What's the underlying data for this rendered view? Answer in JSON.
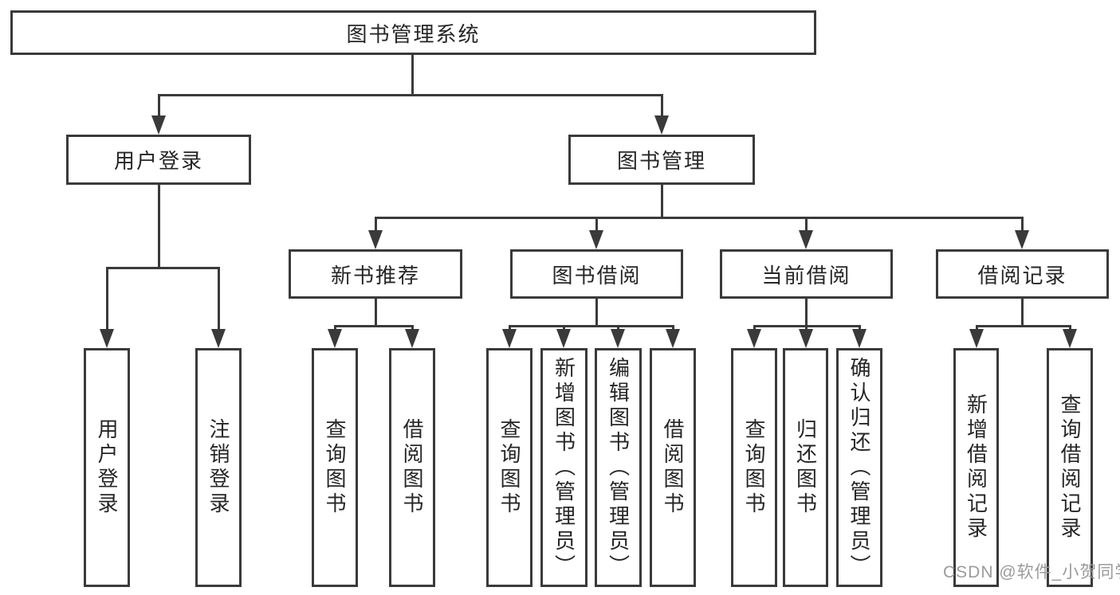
{
  "diagram": {
    "root": {
      "label": "图书管理系统"
    },
    "level2": [
      {
        "label": "用户登录"
      },
      {
        "label": "图书管理"
      }
    ],
    "level3": [
      {
        "label": "新书推荐"
      },
      {
        "label": "图书借阅"
      },
      {
        "label": "当前借阅"
      },
      {
        "label": "借阅记录"
      }
    ],
    "leaves": {
      "user_login": [
        {
          "label": "用户登录"
        },
        {
          "label": "注销登录"
        }
      ],
      "new_book": [
        {
          "label": "查询图书"
        },
        {
          "label": "借阅图书"
        }
      ],
      "book_borrow": [
        {
          "label": "查询图书"
        },
        {
          "label": "新增图书（管理员）"
        },
        {
          "label": "编辑图书（管理员）"
        },
        {
          "label": "借阅图书"
        }
      ],
      "current_borrow": [
        {
          "label": "查询图书"
        },
        {
          "label": "归还图书"
        },
        {
          "label": "确认归还（管理员）"
        }
      ],
      "borrow_records": [
        {
          "label": "新增借阅记录"
        },
        {
          "label": "查询借阅记录"
        }
      ]
    },
    "colors": {
      "line": "#3a3a3a",
      "text": "#262626",
      "watermark": "#9b9b9b",
      "background": "#ffffff"
    }
  },
  "watermark": {
    "text": "CSDN @软件_小贺同学"
  }
}
